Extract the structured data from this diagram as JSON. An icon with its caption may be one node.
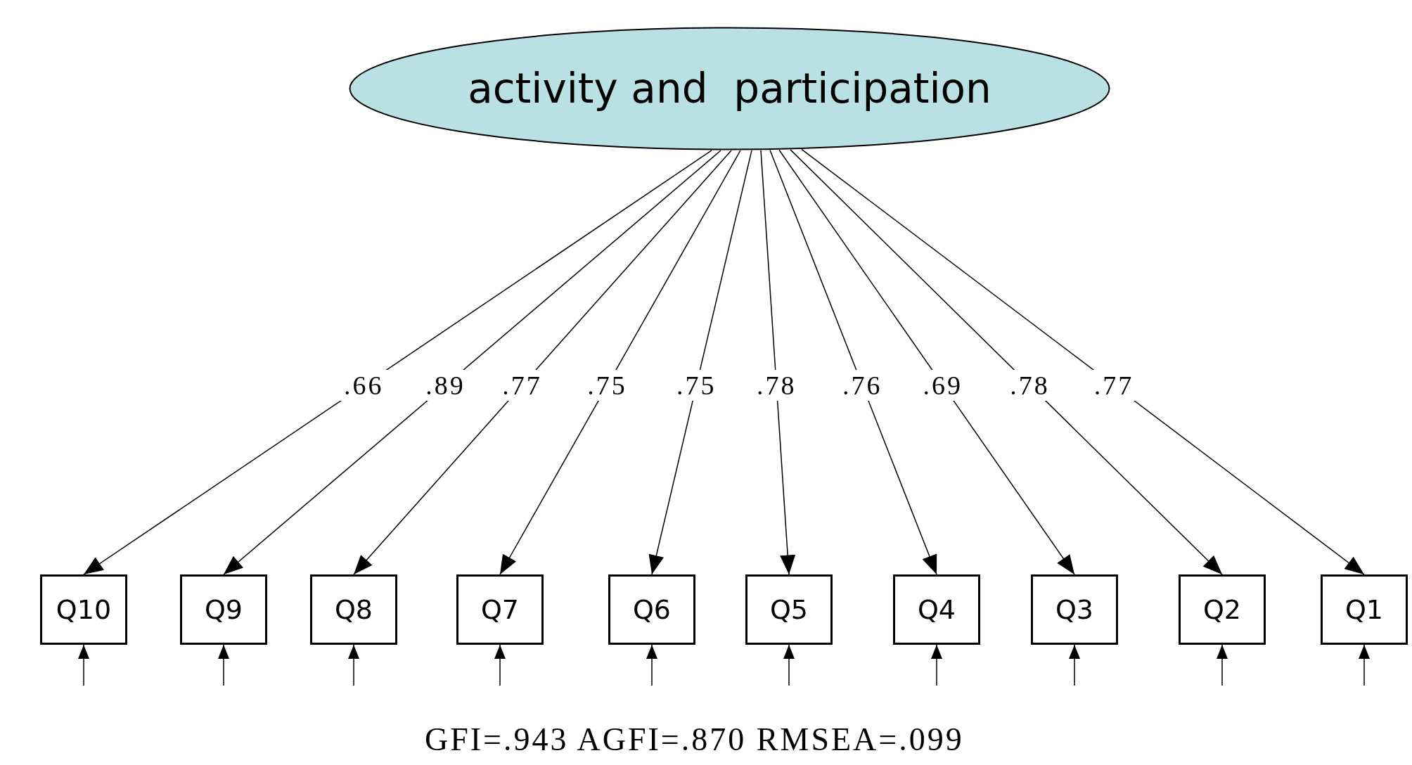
{
  "diagram": {
    "nodes": [
      {
        "text": [
          "activity and  participation"
        ]
      },
      {
        "text": [
          "Q10"
        ]
      },
      {
        "text": [
          "Q9"
        ]
      },
      {
        "text": [
          "Q8"
        ]
      },
      {
        "text": [
          "Q7"
        ]
      },
      {
        "text": [
          "Q6"
        ]
      },
      {
        "text": [
          "Q5"
        ]
      },
      {
        "text": [
          "Q4"
        ]
      },
      {
        "text": [
          "Q3"
        ]
      },
      {
        "text": [
          "Q2"
        ]
      },
      {
        "text": [
          "Q1"
        ]
      }
    ],
    "edges": [
      {
        "from": 0,
        "to": 1,
        "arrow": "to",
        "label": ".66"
      },
      {
        "from": 0,
        "to": 2,
        "arrow": "to",
        "label": ".89"
      },
      {
        "from": 0,
        "to": 3,
        "arrow": "to",
        "label": ".77"
      },
      {
        "from": 0,
        "to": 4,
        "arrow": "to",
        "label": ".75"
      },
      {
        "from": 0,
        "to": 5,
        "arrow": "to",
        "label": ".75"
      },
      {
        "from": 0,
        "to": 6,
        "arrow": "to",
        "label": ".78"
      },
      {
        "from": 0,
        "to": 7,
        "arrow": "to",
        "label": ".76"
      },
      {
        "from": 0,
        "to": 8,
        "arrow": "to",
        "label": ".69"
      },
      {
        "from": 0,
        "to": 9,
        "arrow": "to",
        "label": ".78"
      },
      {
        "from": 0,
        "to": 10,
        "arrow": "to",
        "label": ".77"
      },
      {
        "from": null,
        "to": 1,
        "arrow": "to"
      },
      {
        "from": null,
        "to": 2,
        "arrow": "to"
      },
      {
        "from": null,
        "to": 3,
        "arrow": "to"
      },
      {
        "from": null,
        "to": 4,
        "arrow": "to"
      },
      {
        "from": null,
        "to": 5,
        "arrow": "to"
      },
      {
        "from": null,
        "to": 6,
        "arrow": "to"
      },
      {
        "from": null,
        "to": 7,
        "arrow": "to"
      },
      {
        "from": null,
        "to": 8,
        "arrow": "to"
      },
      {
        "from": null,
        "to": 9,
        "arrow": "to"
      },
      {
        "from": null,
        "to": 10,
        "arrow": "to"
      }
    ],
    "labels": [
      "GFI=.943 AGFI=.870 RMSEA=.099"
    ]
  }
}
